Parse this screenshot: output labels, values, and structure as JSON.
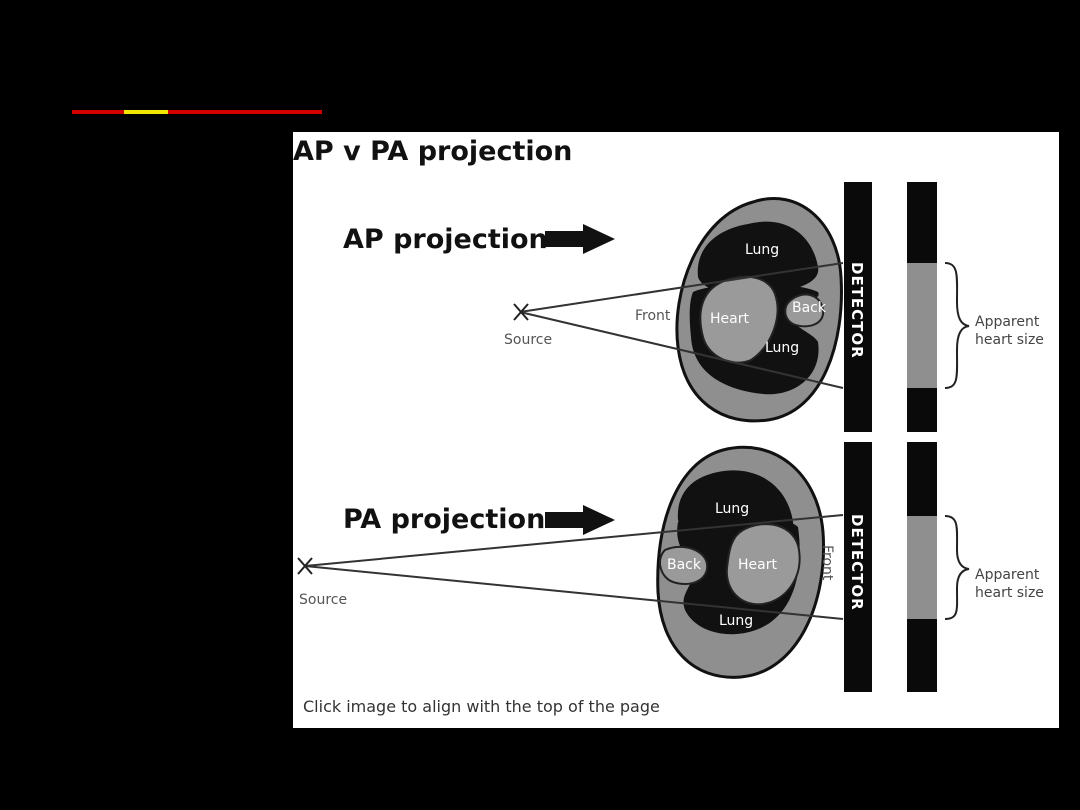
{
  "colors": {
    "background": "#000000",
    "accent_red": "#d40000",
    "accent_yellow": "#f2e600"
  },
  "figure": {
    "title": "AP v PA projection",
    "caption": "Click image to align with the top of the page",
    "ap": {
      "heading": "AP projection",
      "source_label": "Source",
      "front_label": "Front",
      "back_label": "Back",
      "heart_label": "Heart",
      "lung_top_label": "Lung",
      "lung_bottom_label": "Lung",
      "detector_label": "DETECTOR",
      "apparent_line1": "Apparent",
      "apparent_line2": "heart size"
    },
    "pa": {
      "heading": "PA projection",
      "source_label": "Source",
      "front_label": "Front",
      "back_label": "Back",
      "heart_label": "Heart",
      "lung_top_label": "Lung",
      "lung_bottom_label": "Lung",
      "detector_label": "DETECTOR",
      "apparent_line1": "Apparent",
      "apparent_line2": "heart size"
    }
  }
}
